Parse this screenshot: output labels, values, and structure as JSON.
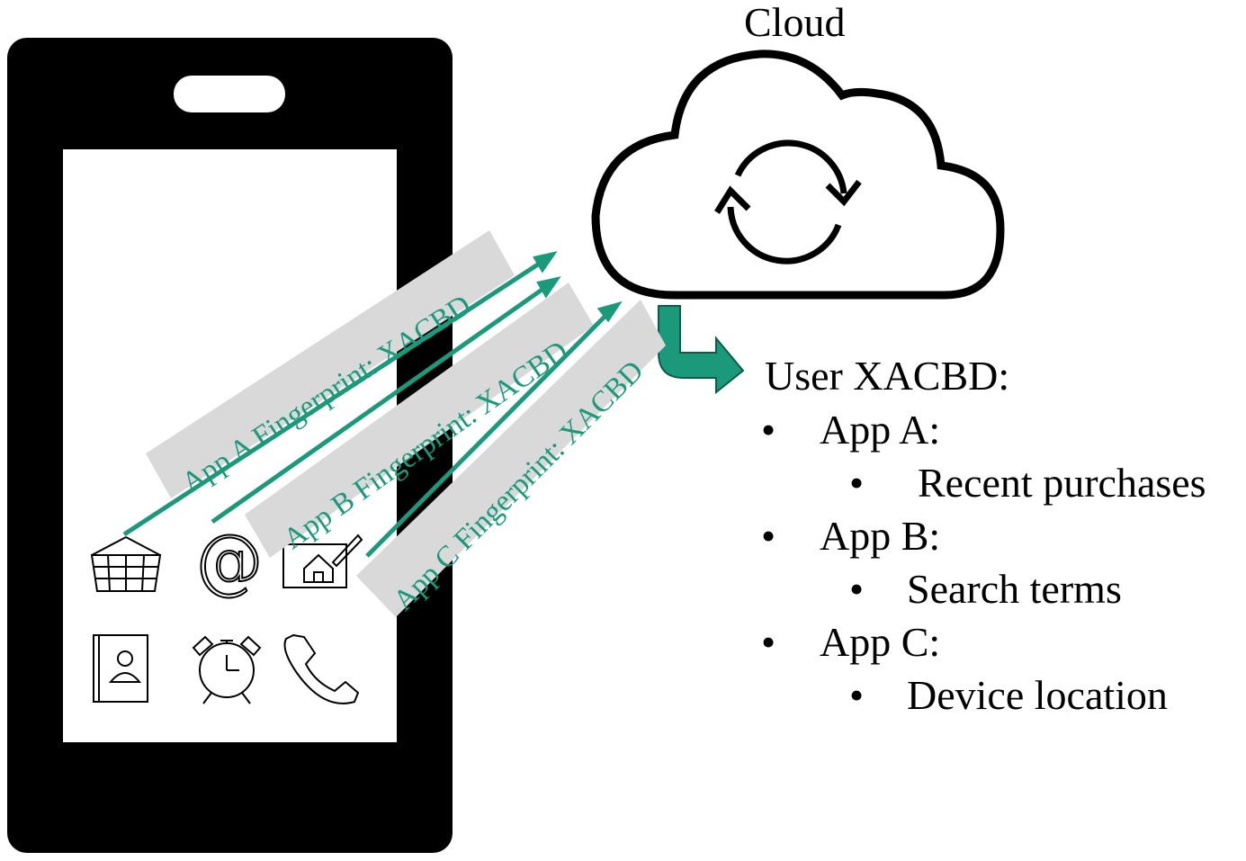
{
  "cloud": {
    "title": "Cloud"
  },
  "fingerprints": [
    {
      "label": "App A Fingerprint: XACBD"
    },
    {
      "label": "App B Fingerprint: XACBD"
    },
    {
      "label": "App C Fingerprint: XACBD"
    }
  ],
  "user_info": {
    "heading": "User XACBD:",
    "apps": [
      {
        "name": "App A:",
        "detail": "Recent purchases"
      },
      {
        "name": "App B:",
        "detail": "Search terms"
      },
      {
        "name": "App C:",
        "detail": "Device location"
      }
    ],
    "bullet": "•"
  },
  "icons": [
    "basket-icon",
    "at-sign-icon",
    "house-sign-icon",
    "contacts-book-icon",
    "alarm-clock-icon",
    "phone-icon"
  ],
  "colors": {
    "accent": "#1a9a7a",
    "band": "#d9d9d9",
    "phone": "#000000"
  }
}
